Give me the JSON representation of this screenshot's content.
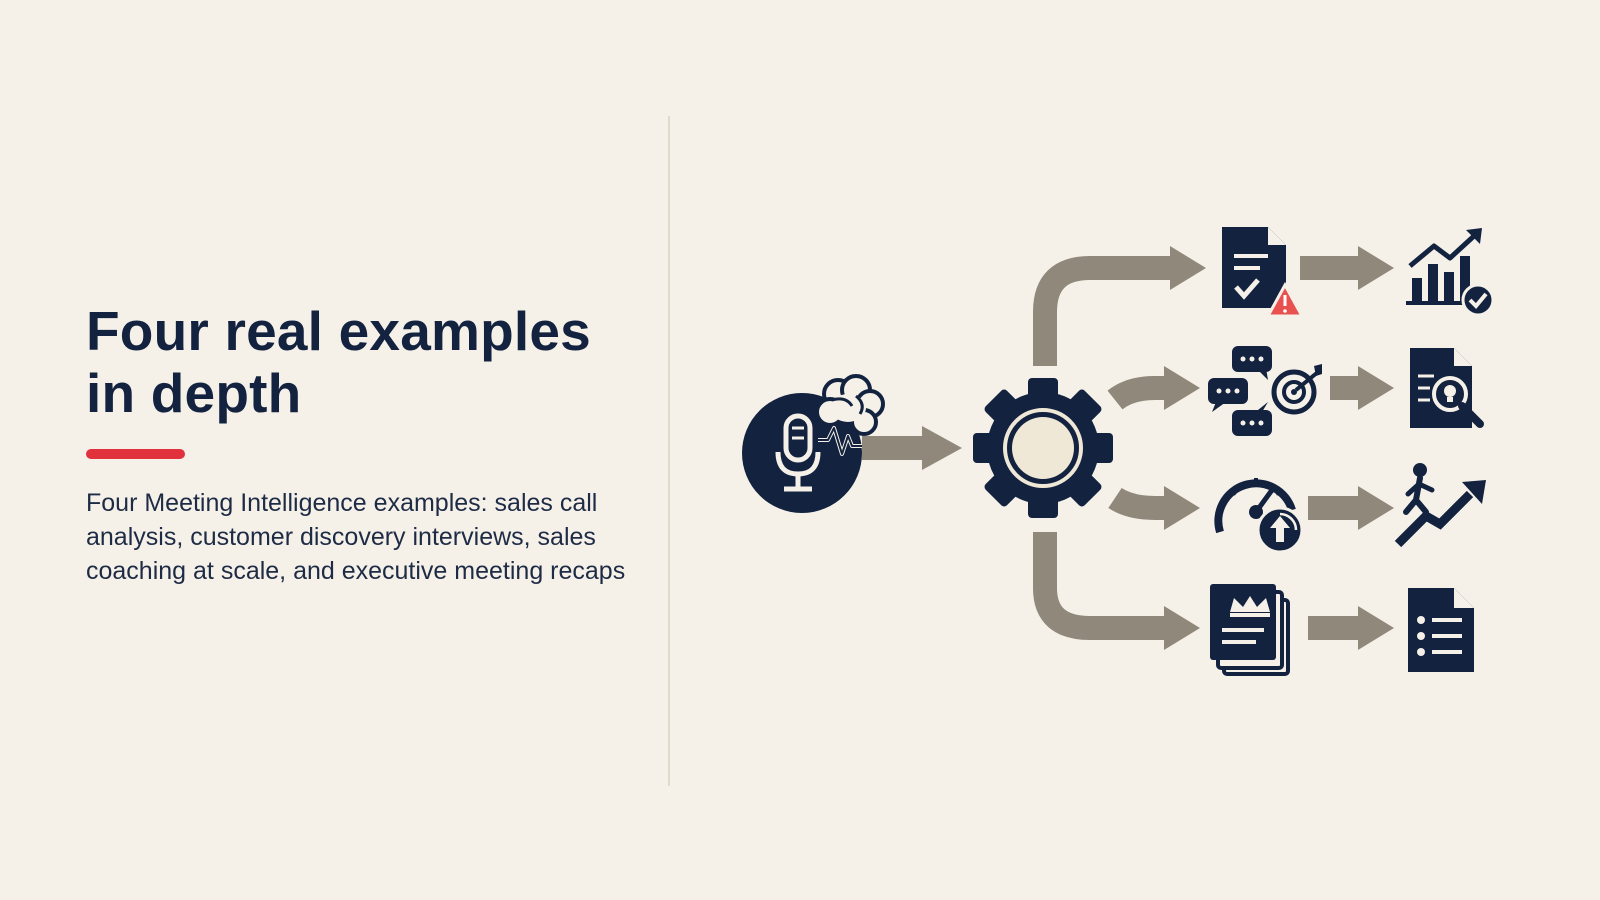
{
  "slide": {
    "title_line1": "Four real examples",
    "title_line2": "in depth",
    "subtitle": "Four Meeting Intelligence examples: sales call analysis, customer discovery interviews, sales coaching at scale, and executive meeting recaps"
  },
  "colors": {
    "background": "#f5f1e9",
    "navy": "#13223f",
    "accent_red": "#e0313c",
    "arrow_gray": "#8f887b",
    "warning": "#e8514f",
    "gear_center": "#efe8d6"
  },
  "diagram": {
    "source_icon": "microphone-brain-icon",
    "processor_icon": "gear-icon",
    "branches": [
      {
        "input_icon": "document-check-warning-icon",
        "output_icon": "bar-chart-growth-check-icon"
      },
      {
        "input_icon": "chat-bubbles-target-icon",
        "output_icon": "document-search-insight-icon"
      },
      {
        "input_icon": "speedometer-upgrade-icon",
        "output_icon": "climbing-person-arrow-icon"
      },
      {
        "input_icon": "stacked-documents-crown-icon",
        "output_icon": "checklist-document-icon"
      }
    ]
  }
}
